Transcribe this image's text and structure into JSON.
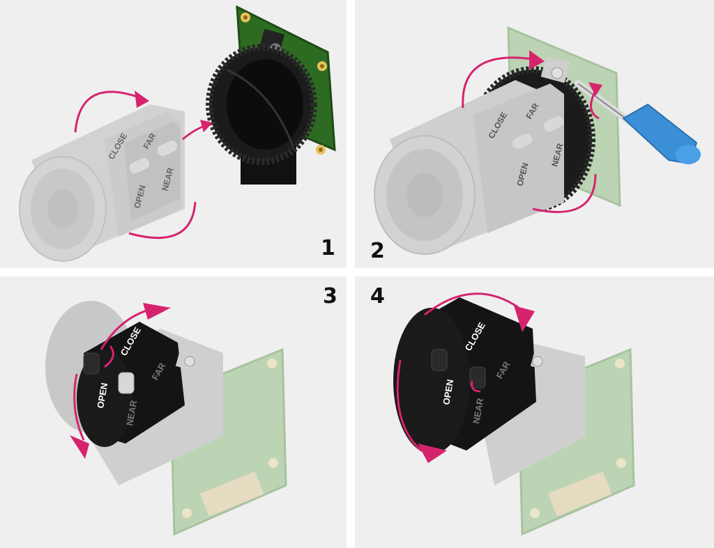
{
  "colors": {
    "background": "#efefef",
    "arrow": "#d6236f",
    "pcb_green": "#2e6b22",
    "pcb_faded": "#bcd4b4",
    "lens_grey": "#c8c8c8",
    "lens_black": "#1a1a1a",
    "mount_hole": "#e8c25a",
    "screwdriver": "#3b8fd6"
  },
  "panels": [
    {
      "step": "1",
      "lens_labels": {
        "open": "OPEN",
        "close": "CLOSE",
        "near": "NEAR",
        "far": "FAR"
      }
    },
    {
      "step": "2",
      "lens_labels": {
        "open": "OPEN",
        "close": "CLOSE",
        "near": "NEAR",
        "far": "FAR"
      }
    },
    {
      "step": "3",
      "lens_labels": {
        "open": "OPEN",
        "close": "CLOSE",
        "near": "NEAR",
        "far": "FAR"
      }
    },
    {
      "step": "4",
      "lens_labels": {
        "open": "OPEN",
        "close": "CLOSE",
        "near": "NEAR",
        "far": "FAR"
      }
    }
  ]
}
